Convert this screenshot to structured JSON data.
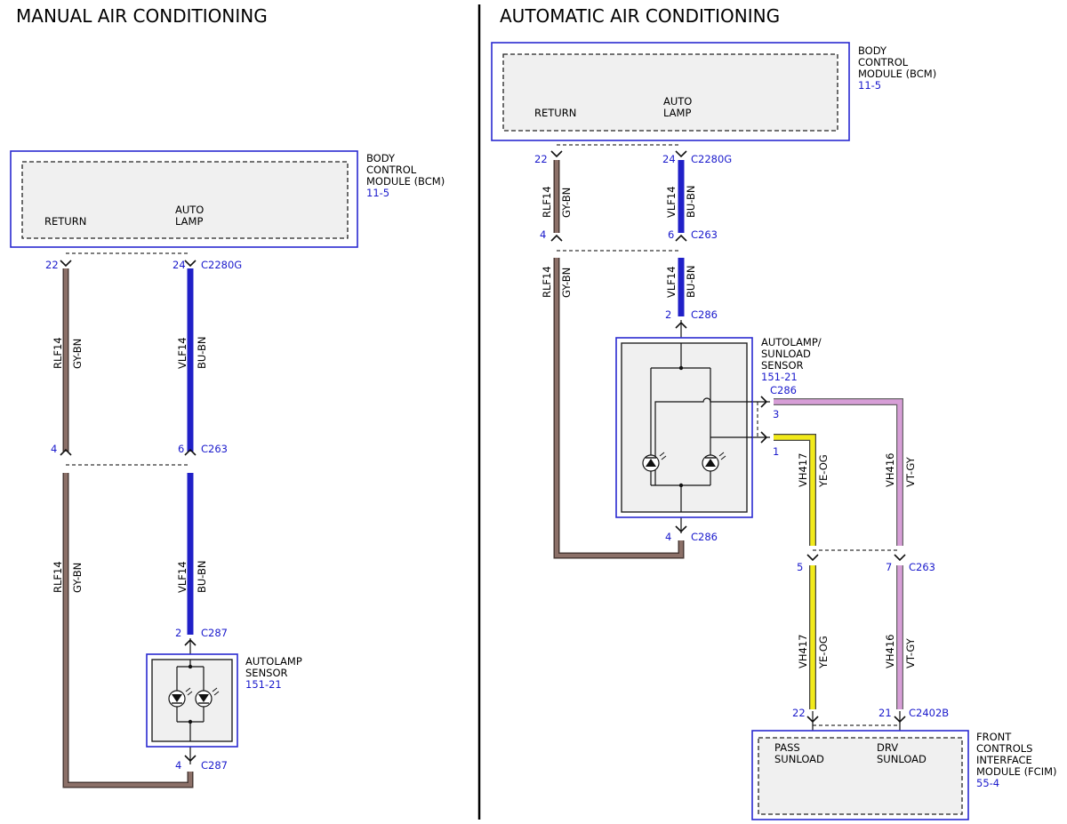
{
  "titles": {
    "manual": "MANUAL AIR CONDITIONING",
    "automatic": "AUTOMATIC AIR CONDITIONING"
  },
  "manual": {
    "bcm": {
      "name_lines": [
        "BODY",
        "CONTROL",
        "MODULE (BCM)"
      ],
      "ref": "11-5",
      "pin_return": "RETURN",
      "pin_auto_lines": [
        "AUTO",
        "LAMP"
      ]
    },
    "wires": {
      "left_circuit": "RLF14",
      "left_color": "GY-BN",
      "right_circuit": "VLF14",
      "right_color": "BU-BN"
    },
    "pins": {
      "bcm_left": "22",
      "bcm_right": "24",
      "bcm_connector": "C2280G",
      "mid_left": "4",
      "mid_right": "6",
      "mid_connector": "C263",
      "sensor_top": "2",
      "sensor_top_connector": "C287",
      "sensor_bottom": "4",
      "sensor_bottom_connector": "C287"
    },
    "sensor": {
      "name_lines": [
        "AUTOLAMP",
        "SENSOR"
      ],
      "ref": "151-21"
    }
  },
  "automatic": {
    "bcm": {
      "name_lines": [
        "BODY",
        "CONTROL",
        "MODULE (BCM)"
      ],
      "ref": "11-5",
      "pin_return": "RETURN",
      "pin_auto_lines": [
        "AUTO",
        "LAMP"
      ]
    },
    "wires": {
      "left_circuit": "RLF14",
      "left_color": "GY-BN",
      "right_circuit": "VLF14",
      "right_color": "BU-BN",
      "pass_circuit": "VH417",
      "pass_color": "YE-OG",
      "drv_circuit": "VH416",
      "drv_color": "VT-GY"
    },
    "pins": {
      "bcm_left": "22",
      "bcm_right": "24",
      "bcm_connector": "C2280G",
      "mid_left": "4",
      "mid_right": "6",
      "mid_connector": "C263",
      "sensor_top": "2",
      "sensor_top_connector": "C286",
      "sensor_side_connector": "C286",
      "sensor_side_top": "3",
      "sensor_side_bottom": "1",
      "sensor_bottom": "4",
      "sensor_bottom_connector": "C286",
      "c263_left": "5",
      "c263_right": "7",
      "c263_connector": "C263",
      "fcim_left": "22",
      "fcim_right": "21",
      "fcim_connector": "C2402B"
    },
    "sensor": {
      "name_lines": [
        "AUTOLAMP/",
        "SUNLOAD",
        "SENSOR"
      ],
      "ref": "151-21"
    },
    "fcim": {
      "name_lines": [
        "FRONT",
        "CONTROLS",
        "INTERFACE",
        "MODULE (FCIM)"
      ],
      "ref": "55-4",
      "pin_pass_lines": [
        "PASS",
        "SUNLOAD"
      ],
      "pin_drv_lines": [
        "DRV",
        "SUNLOAD"
      ]
    }
  },
  "colors": {
    "gy_bn": "#8c7068",
    "gy_bn_edge": "#4a3a36",
    "bu_bn": "#2020c8",
    "ye_og": "#f2ea1a",
    "vt_gy": "#d79ed7",
    "module_border": "#2a2ad0",
    "label_blue": "#1a1acc"
  }
}
